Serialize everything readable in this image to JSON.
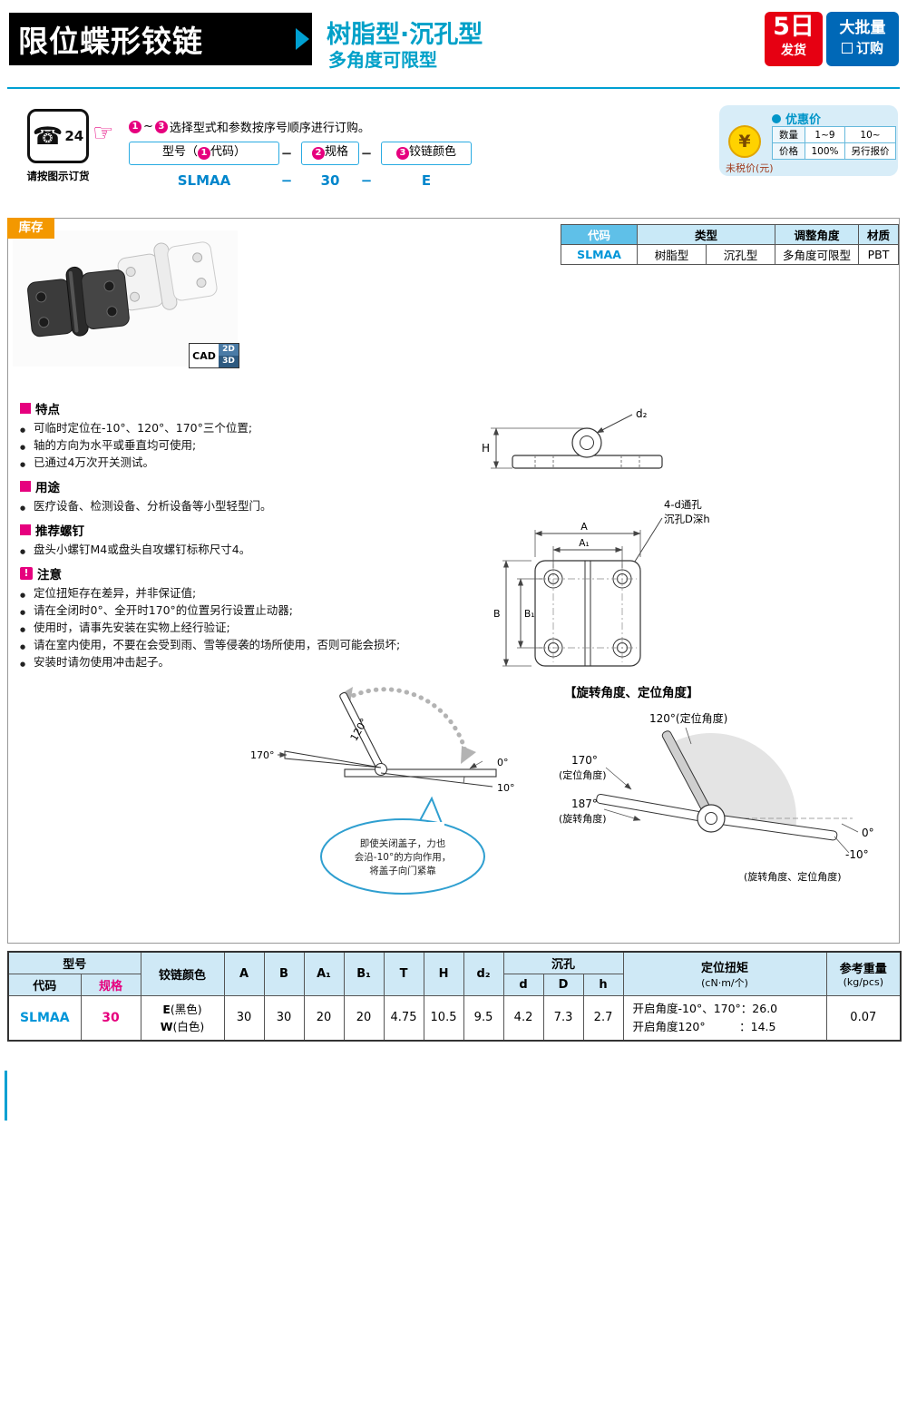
{
  "colors": {
    "accent_cyan": "#00a0d2",
    "magenta": "#e6007e",
    "badge_red": "#e60012",
    "badge_blue": "#0068b7",
    "stock_orange": "#f39800"
  },
  "header": {
    "title": "限位蝶形铰链",
    "subtitle_line1": "树脂型·沉孔型",
    "subtitle_line2": "多角度可限型",
    "ship_badge_big": "5日",
    "ship_badge_small": "发货",
    "bulk_badge_line1": "大批量",
    "bulk_badge_line2": "订购"
  },
  "order": {
    "phone_icon": "☎",
    "phone_icon_num": "24",
    "phone_note": "请按图示订货",
    "finger": "☞",
    "step_from": "1",
    "step_tilde": "~",
    "step_to": "3",
    "instruction": "选择型式和参数按序号顺序进行订购。",
    "model_label_prefix": "型号（",
    "step1": "1",
    "model_label_suffix": "代码）",
    "step2": "2",
    "spec_label": "规格",
    "step3": "3",
    "color_label": "铰链颜色",
    "dash": "−",
    "example_code": "SLMAA",
    "example_spec": "30",
    "example_color": "E"
  },
  "price": {
    "coin_symbol": "¥",
    "title": "优惠价",
    "qty_label": "数量",
    "qty_range1": "1~9",
    "qty_range2": "10~",
    "price_label": "价格",
    "price1": "100%",
    "price2": "另行报价",
    "tax_note": "未税价(元)"
  },
  "stock_label": "库存",
  "cad": {
    "label": "CAD",
    "d2": "2D",
    "d3": "3D"
  },
  "type_table": {
    "h_code": "代码",
    "h_type": "类型",
    "h_angle": "调整角度",
    "h_material": "材质",
    "code": "SLMAA",
    "type1": "树脂型",
    "type2": "沉孔型",
    "angle": "多角度可限型",
    "material": "PBT"
  },
  "features": {
    "title": "特点",
    "items": [
      "可临时定位在-10°、120°、170°三个位置;",
      "轴的方向为水平或垂直均可使用;",
      "已通过4万次开关测试。"
    ]
  },
  "usage": {
    "title": "用途",
    "items": [
      "医疗设备、检测设备、分析设备等小型轻型门。"
    ]
  },
  "screws": {
    "title": "推荐螺钉",
    "items": [
      "盘头小螺钉M4或盘头自攻螺钉标称尺寸4。"
    ]
  },
  "caution": {
    "icon": "!",
    "title": "注意",
    "items": [
      "定位扭矩存在差异，并非保证值;",
      "请在全闭时0°、全开时170°的位置另行设置止动器;",
      "使用时，请事先安装在实物上经行验证;",
      "请在室内使用，不要在会受到雨、雪等侵袭的场所使用，否则可能会损坏;",
      "安装时请勿使用冲击起子。"
    ]
  },
  "drawing": {
    "d2": "d₂",
    "H": "H",
    "A": "A",
    "A1": "A₁",
    "B": "B",
    "B1": "B₁",
    "thru_hole": "4-d通孔",
    "counterbore": "沉孔D深h"
  },
  "motion": {
    "a120": "120°",
    "a170": "170°",
    "a0": "0°",
    "a10": "10°",
    "bubble_line1": "即使关闭盖子，力也",
    "bubble_line2": "会沿-10°的方向作用，",
    "bubble_line3": "将盖子向门紧靠"
  },
  "angle_diagram": {
    "title": "【旋转角度、定位角度】",
    "l120": "120°(定位角度)",
    "l170": "170°",
    "l170b": "(定位角度)",
    "l187": "187°",
    "l187b": "(旋转角度)",
    "l0": "0°",
    "lm10": "-10°",
    "bottom_note": "(旋转角度、定位角度)"
  },
  "spec_table": {
    "h_model": "型号",
    "h_code": "代码",
    "h_spec": "规格",
    "h_color": "铰链颜色",
    "h_A": "A",
    "h_B": "B",
    "h_A1": "A₁",
    "h_B1": "B₁",
    "h_T": "T",
    "h_H": "H",
    "h_d2": "d₂",
    "h_counterbore": "沉孔",
    "h_d": "d",
    "h_D": "D",
    "h_h": "h",
    "h_torque": "定位扭矩",
    "h_torque_unit": "(cN·m/个)",
    "h_weight": "参考重量",
    "h_weight_unit": "(kg/pcs)",
    "row": {
      "code": "SLMAA",
      "spec": "30",
      "color1_letter": "E",
      "color1_name": "(黑色)",
      "color2_letter": "W",
      "color2_name": "(白色)",
      "A": "30",
      "B": "30",
      "A1": "20",
      "B1": "20",
      "T": "4.75",
      "H": "10.5",
      "d2": "9.5",
      "d": "4.2",
      "D": "7.3",
      "h": "2.7",
      "torque1": "开启角度-10°、170°：26.0",
      "torque2": "开启角度120°　　　：14.5",
      "weight": "0.07"
    }
  }
}
